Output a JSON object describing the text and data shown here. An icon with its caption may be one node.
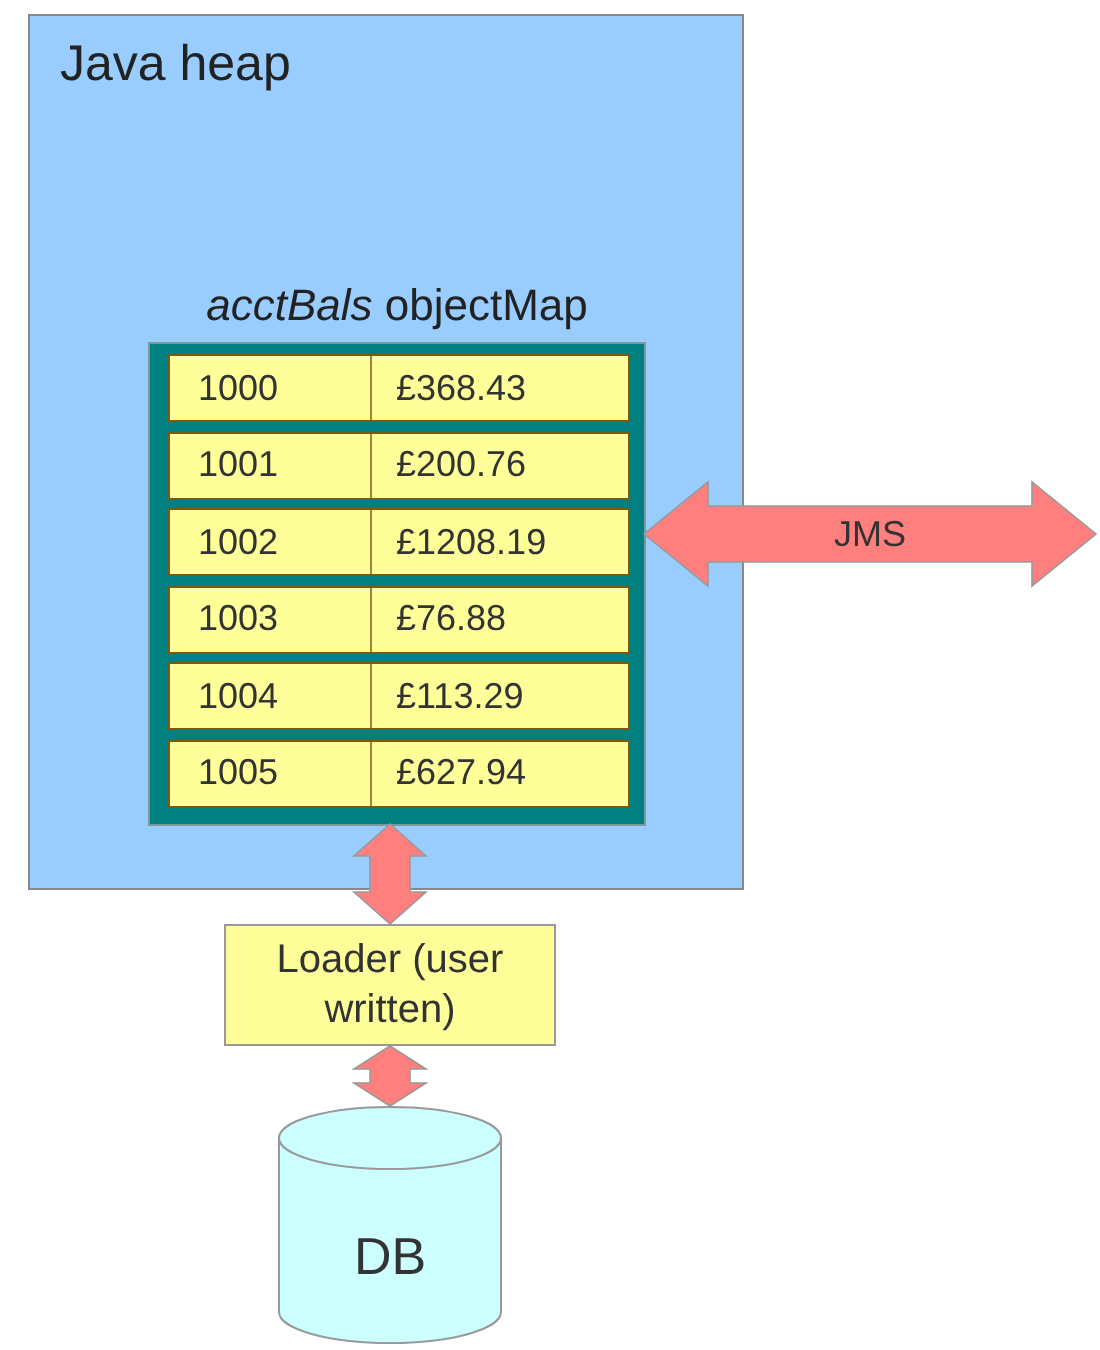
{
  "diagram": {
    "nodes": [
      {
        "text": [
          "Java heap"
        ]
      },
      {
        "text": [
          "*acctBals* objectMap"
        ],
        "in": 0
      },
      {
        "text": [
          "1000",
          "£368.43"
        ],
        "in": 1
      },
      {
        "text": [
          "1001",
          "£200.76"
        ],
        "in": 1
      },
      {
        "text": [
          "1002",
          "£1208.19"
        ],
        "in": 1
      },
      {
        "text": [
          "1003",
          "£76.88"
        ],
        "in": 1
      },
      {
        "text": [
          "1004",
          "£113.29"
        ],
        "in": 1
      },
      {
        "text": [
          "1005",
          "£627.94"
        ],
        "in": 1
      },
      {
        "text": [
          "Loader (user written)"
        ]
      },
      {
        "text": [
          "DB"
        ]
      }
    ],
    "edges": [
      {
        "from": 1,
        "to": null,
        "arrow": "both",
        "label": "JMS",
        "style": "thick"
      },
      {
        "from": 1,
        "to": 8,
        "arrow": "both",
        "style": "thick"
      },
      {
        "from": 8,
        "to": 9,
        "arrow": "both",
        "style": "thick"
      }
    ]
  }
}
